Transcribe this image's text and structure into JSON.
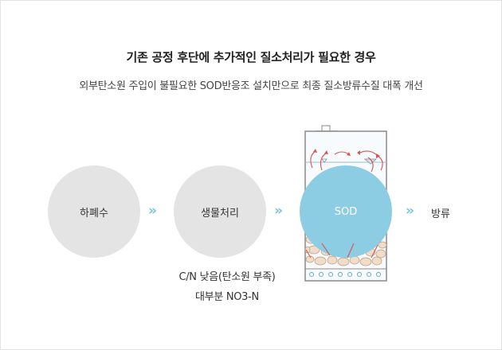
{
  "title": "기존 공정 후단에 추가적인 질소처리가 필요한 경우",
  "subtitle": "외부탄소원 주입이 불필요한 SOD반응조 설치만으로 최종 질소방류수질 대폭 개선",
  "stages": {
    "influent": "하폐수",
    "biological": "생물처리",
    "sod": "SOD",
    "discharge": "방류"
  },
  "arrow_glyph": "»",
  "notes": {
    "line1": "C/N 낮음(탄소원 부족)",
    "line2": "대부분 NO3-N"
  },
  "colors": {
    "stage_circle": "#e4e4e4",
    "sod_circle": "#8ccde3",
    "arrow": "#7ec3dc",
    "flow_arrow": "#d9534f",
    "media": "#f1dcc7"
  },
  "icons": [
    "chevron-double-right-icon",
    "reactor-tank-icon",
    "flow-arrow-icon"
  ]
}
